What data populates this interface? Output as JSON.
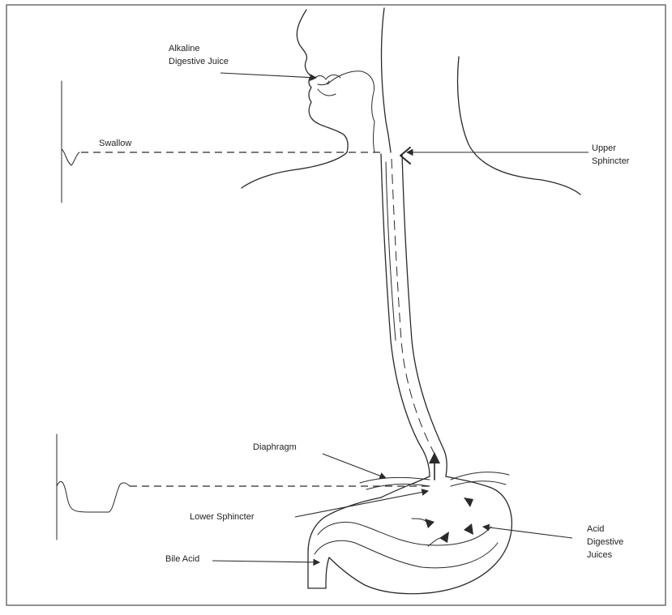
{
  "labels": {
    "alkaline_line1": "Alkaline",
    "alkaline_line2": "Digestive Juice",
    "swallow": "Swallow",
    "upper_line1": "Upper",
    "upper_line2": "Sphincter",
    "diaphragm": "Diaphragm",
    "lower_sphincter": "Lower Sphincter",
    "bile_acid": "Bile Acid",
    "acid_line1": "Acid",
    "acid_line2": "Digestive",
    "acid_line3": "Juices"
  }
}
